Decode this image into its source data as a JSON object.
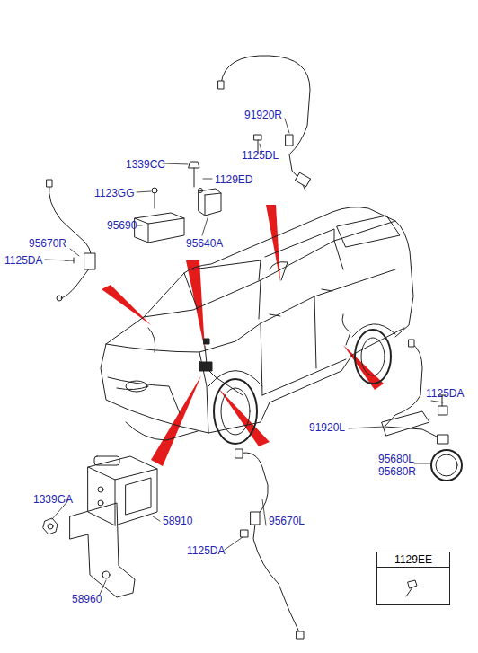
{
  "diagram": {
    "nodes": [
      {
        "text": [
          "1129EE"
        ]
      }
    ],
    "labels": [
      "91920R",
      "1125DL",
      "1339CC",
      "1129ED",
      "1123GG",
      "95690",
      "95640A",
      "95670R",
      "1125DA",
      "91920L",
      "1125DA",
      "95680L",
      "95680R",
      "1339GA",
      "58910",
      "95670L",
      "1125DA",
      "58960"
    ]
  }
}
